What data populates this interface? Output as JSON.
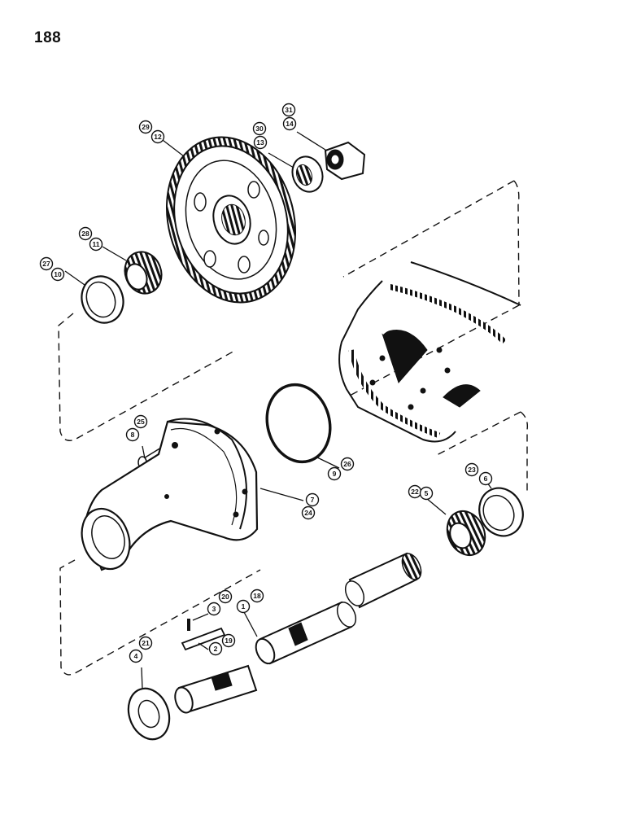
{
  "page_number": "188",
  "callouts": [
    {
      "id": "c29",
      "label": "29"
    },
    {
      "id": "c12",
      "label": "12"
    },
    {
      "id": "c30",
      "label": "30"
    },
    {
      "id": "c13",
      "label": "13"
    },
    {
      "id": "c31",
      "label": "31"
    },
    {
      "id": "c14",
      "label": "14"
    },
    {
      "id": "c28",
      "label": "28"
    },
    {
      "id": "c11",
      "label": "11"
    },
    {
      "id": "c27",
      "label": "27"
    },
    {
      "id": "c10",
      "label": "10"
    },
    {
      "id": "c25",
      "label": "25"
    },
    {
      "id": "c8",
      "label": "8"
    },
    {
      "id": "c26",
      "label": "26"
    },
    {
      "id": "c9",
      "label": "9"
    },
    {
      "id": "c7",
      "label": "7"
    },
    {
      "id": "c24",
      "label": "24"
    },
    {
      "id": "c23",
      "label": "23"
    },
    {
      "id": "c6",
      "label": "6"
    },
    {
      "id": "c22",
      "label": "22"
    },
    {
      "id": "c5",
      "label": "5"
    },
    {
      "id": "c20",
      "label": "20"
    },
    {
      "id": "c3",
      "label": "3"
    },
    {
      "id": "c18",
      "label": "18"
    },
    {
      "id": "c1",
      "label": "1"
    },
    {
      "id": "c19",
      "label": "19"
    },
    {
      "id": "c2",
      "label": "2"
    },
    {
      "id": "c21",
      "label": "21"
    },
    {
      "id": "c4",
      "label": "4"
    }
  ]
}
